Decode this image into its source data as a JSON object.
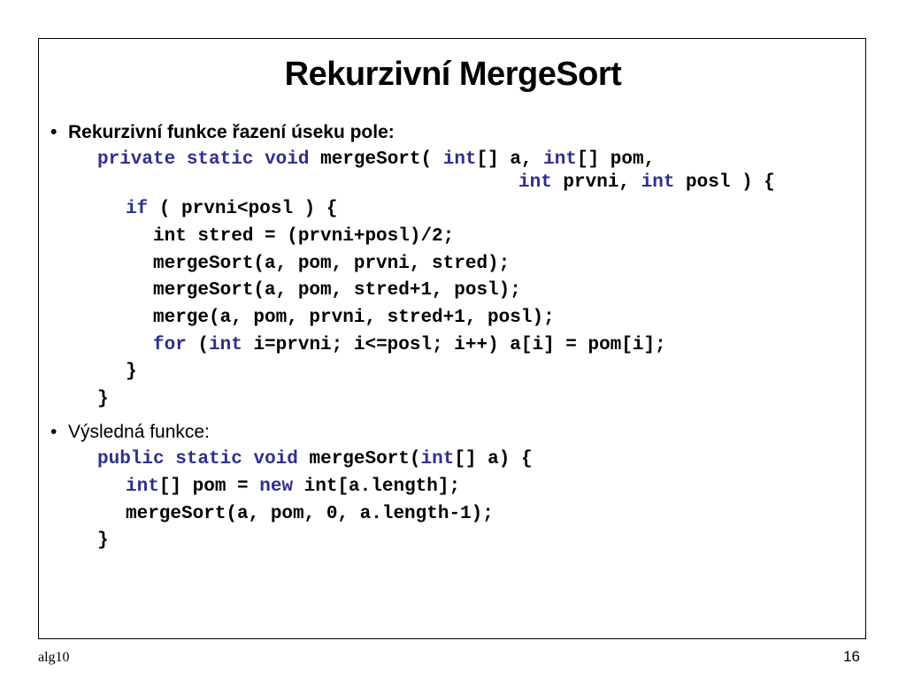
{
  "title": "Rekurzivní MergeSort",
  "bullet1": {
    "text": "Rekurzivní funkce řazení úseku pole:",
    "code": {
      "l1": [
        "private",
        " ",
        "static",
        " ",
        "void",
        " mergeSort( ",
        "int",
        "[] a, ",
        "int",
        "[] pom,"
      ],
      "l2": [
        "int",
        " prvni, ",
        "int",
        " posl ) {"
      ],
      "l3": [
        "if",
        " ( prvni<posl ) {"
      ],
      "l4": "int stred = (prvni+posl)/2;",
      "l5": "mergeSort(a, pom, prvni, stred);",
      "l6": "mergeSort(a, pom, stred+1, posl);",
      "l7": "merge(a, pom, prvni, stred+1, posl);",
      "l8": [
        "for",
        " (",
        "int",
        " i=prvni; i<=posl; i++) a[i] = pom[i];"
      ],
      "l9": "}",
      "l10": "}"
    }
  },
  "bullet2": {
    "text": "Výsledná funkce:",
    "code": {
      "l1": [
        "public",
        " ",
        "static",
        " ",
        "void",
        " mergeSort(",
        "int",
        "[] a) {"
      ],
      "l2": [
        "int",
        "[] pom = ",
        "new",
        " int[a.length];"
      ],
      "l3": "mergeSort(a, pom, 0, a.length-1);",
      "l4": "}"
    }
  },
  "footer": {
    "left": "alg10",
    "right": "16"
  },
  "colors": {
    "keyword": "#2f2f8f",
    "text": "#000000",
    "border": "#000000"
  }
}
